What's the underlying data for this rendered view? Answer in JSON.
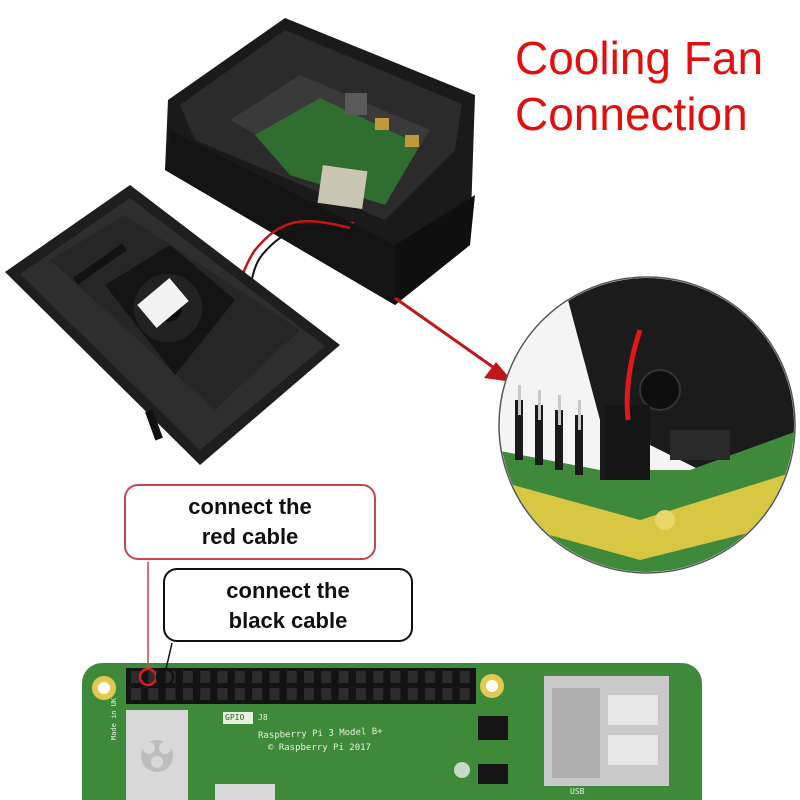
{
  "title": {
    "line1": "Cooling Fan",
    "line2": "Connection"
  },
  "callouts": {
    "red": {
      "line1": "connect the",
      "line2": "red cable"
    },
    "black": {
      "line1": "connect the",
      "line2": "black cable"
    }
  },
  "board": {
    "model": "Raspberry Pi 3 Model B+",
    "copyright": "Raspberry Pi 2017",
    "gpio_label": "GPIO",
    "j8_label": "J8",
    "usb_label": "USB",
    "made_in": "Made in UK"
  },
  "colors": {
    "title": "#e30f0f",
    "red_callout_border": "#c8464e",
    "pcb_green": "#3f8a3a",
    "case": "#1c1c1c"
  }
}
